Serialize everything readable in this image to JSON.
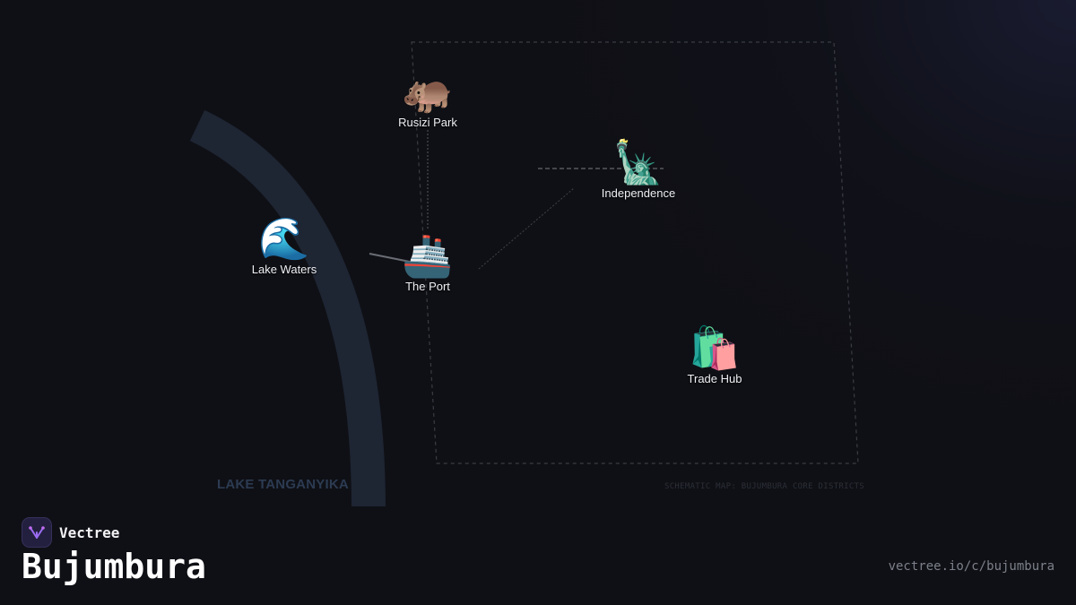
{
  "map": {
    "lake_label": "LAKE TANGANYIKA",
    "caption": "SCHEMATIC MAP: BUJUMBURA CORE DISTRICTS",
    "colors": {
      "background": "#0f1015",
      "lake_shore": "#1e2533",
      "district_border": "#3a3c44",
      "route": "#55585f"
    },
    "pois": [
      {
        "emoji": "🦛",
        "label": "Rusizi Park",
        "icon": "hippo-icon"
      },
      {
        "emoji": "🗽",
        "label": "Independence",
        "icon": "monument-icon"
      },
      {
        "emoji": "🌊",
        "label": "Lake Waters",
        "icon": "wave-icon"
      },
      {
        "emoji": "🚢",
        "label": "The Port",
        "icon": "ship-icon"
      },
      {
        "emoji": "🛍️",
        "label": "Trade Hub",
        "icon": "shopping-bags-icon"
      }
    ]
  },
  "brand": {
    "name": "Vectree",
    "icon": "vectree-logo-icon"
  },
  "title": "Bujumbura",
  "url": "vectree.io/c/bujumbura"
}
